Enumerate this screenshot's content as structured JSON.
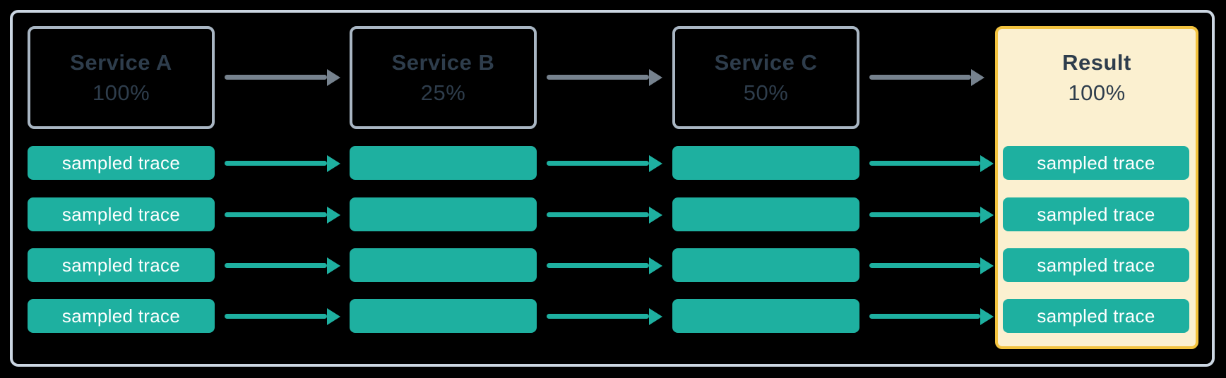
{
  "diagram": {
    "description": "head-based sampling flow",
    "trace_label": "sampled trace",
    "trace_rows": 4,
    "columns": [
      {
        "name": "Service A",
        "rate": "100%",
        "kind": "service",
        "traces_labeled": true
      },
      {
        "name": "Service B",
        "rate": "25%",
        "kind": "service",
        "traces_labeled": false
      },
      {
        "name": "Service C",
        "rate": "50%",
        "kind": "service",
        "traces_labeled": false
      },
      {
        "name": "Result",
        "rate": "100%",
        "kind": "result",
        "traces_labeled": true
      }
    ],
    "colors": {
      "background": "#000000",
      "frame_border": "#CBD6E2",
      "service_box_border": "#A9B6C3",
      "title_text": "#2E3D4C",
      "flow_arrow_gray": "#76828E",
      "trace_teal": "#1EB0A0",
      "trace_text": "#FFFFFF",
      "result_fill": "#FBF0D0",
      "result_border": "#F3C33F"
    }
  }
}
